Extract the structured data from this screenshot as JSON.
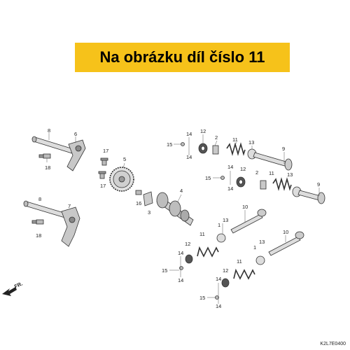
{
  "banner": {
    "text": "Na obrázku díl číslo 11",
    "color": "#f6c21a"
  },
  "direction_label": "FR.",
  "diagram_code": "K2L7E0400",
  "part_numbers": [
    "1",
    "2",
    "3",
    "4",
    "5",
    "6",
    "7",
    "8",
    "9",
    "10",
    "11",
    "12",
    "13",
    "14",
    "15",
    "16",
    "17",
    "18"
  ],
  "labels": {
    "p8a": "8",
    "p6": "6",
    "p18a": "18",
    "p17a": "17",
    "p17b": "17",
    "p5": "5",
    "p8b": "8",
    "p7": "7",
    "p18b": "18",
    "p16": "16",
    "p3": "3",
    "p4": "4",
    "p14a": "14",
    "p14b": "14",
    "p15a": "15",
    "p12a": "12",
    "p2a": "2",
    "p11a": "11",
    "p13a": "13",
    "p9a": "9",
    "p14c": "14",
    "p15b": "15",
    "p14d": "14",
    "p12b": "12",
    "p2b": "2",
    "p11b": "11",
    "p13b": "13",
    "p9b": "9",
    "p10a": "10",
    "p13c": "13",
    "p1a": "1",
    "p11c": "11",
    "p12c": "12",
    "p14e": "14",
    "p15c": "15",
    "p14f": "14",
    "p10b": "10",
    "p13d": "13",
    "p1b": "1",
    "p11d": "11",
    "p12d": "12",
    "p14g": "14",
    "p15d": "15",
    "p14h": "14"
  }
}
